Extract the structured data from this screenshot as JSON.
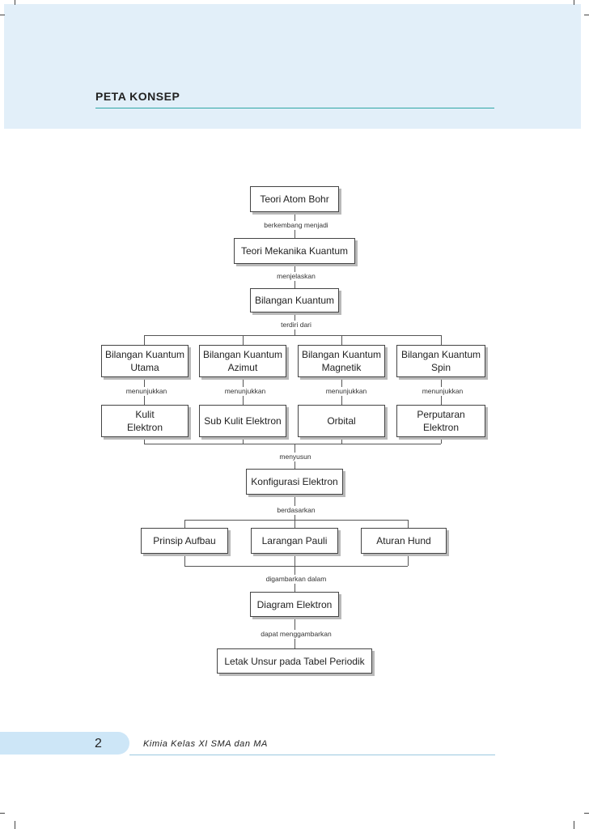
{
  "header": {
    "title": "PETA KONSEP"
  },
  "concept_map": {
    "nodes": {
      "teori_atom_bohr": "Teori Atom Bohr",
      "teori_mekanika_kuantum": "Teori Mekanika Kuantum",
      "bilangan_kuantum": "Bilangan Kuantum",
      "bk_utama": "Bilangan Kuantum\nUtama",
      "bk_azimut": "Bilangan Kuantum\nAzimut",
      "bk_magnetik": "Bilangan Kuantum\nMagnetik",
      "bk_spin": "Bilangan Kuantum\nSpin",
      "kulit_elektron": "Kulit\nElektron",
      "sub_kulit_elektron": "Sub Kulit Elektron",
      "orbital": "Orbital",
      "perputaran_elektron": "Perputaran\nElektron",
      "konfigurasi_elektron": "Konfigurasi Elektron",
      "prinsip_aufbau": "Prinsip Aufbau",
      "larangan_pauli": "Larangan Pauli",
      "aturan_hund": "Aturan Hund",
      "diagram_elektron": "Diagram Elektron",
      "letak_unsur": "Letak Unsur pada Tabel Periodik"
    },
    "links": {
      "berkembang_menjadi": "berkembang menjadi",
      "menjelaskan": "menjelaskan",
      "terdiri_dari": "terdiri dari",
      "menunjukkan": "menunjukkan",
      "menyusun": "menyusun",
      "berdasarkan": "berdasarkan",
      "digambarkan_dalam": "digambarkan dalam",
      "dapat_menggambarkan": "dapat menggambarkan"
    }
  },
  "footer": {
    "page_number": "2",
    "book_title": "Kimia Kelas XI SMA dan MA"
  }
}
